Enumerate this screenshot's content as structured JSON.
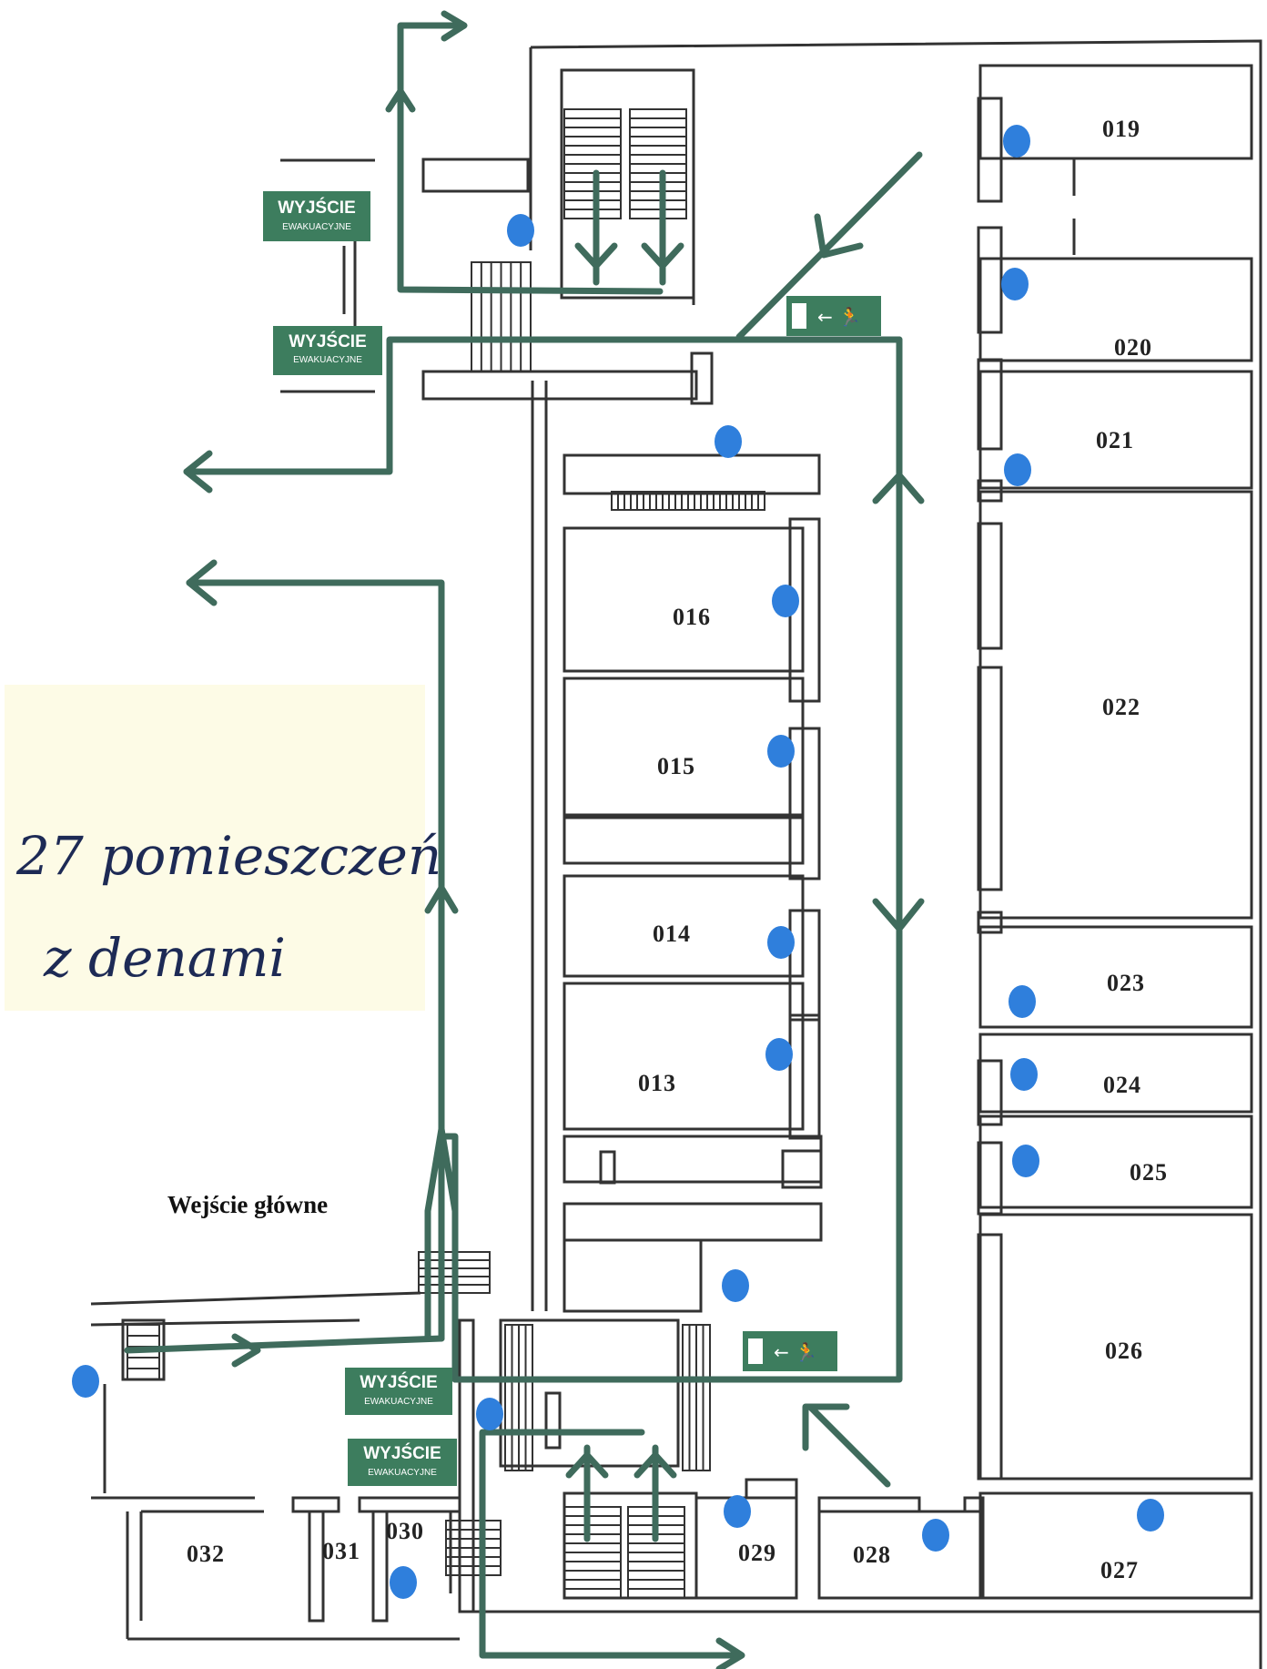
{
  "rooms": [
    "019",
    "020",
    "021",
    "016",
    "022",
    "015",
    "014",
    "023",
    "013",
    "024",
    "025",
    "026",
    "032",
    "031",
    "030",
    "029",
    "028",
    "027"
  ],
  "main_entrance": "Wejście główne",
  "exit_sign": {
    "title": "WYJŚCIE",
    "subtitle": "EWAKUACYJNE"
  },
  "note": {
    "line1": "27 pomieszczeń",
    "line2": "z denami"
  },
  "colors": {
    "route": "#3f6b5c",
    "sign": "#3d7d5e",
    "dot": "#2f7fdc",
    "note": "#fdfbe6",
    "wall": "#333333"
  }
}
